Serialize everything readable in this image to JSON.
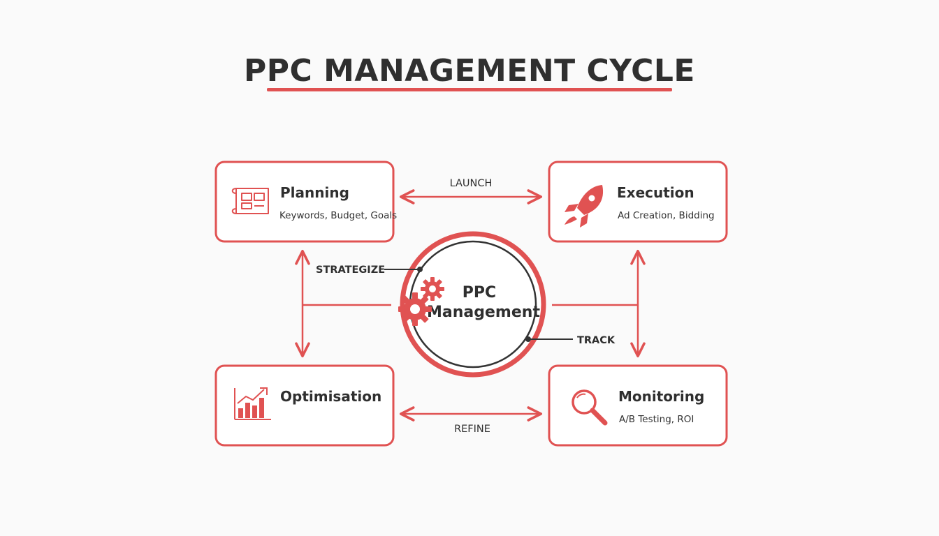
{
  "title": "PPC MANAGEMENT CYCLE",
  "colors": {
    "accent": "#e05252",
    "text": "#2f2f2f",
    "background": "#fafafa"
  },
  "center": {
    "line1": "PPC",
    "line2": "Management",
    "icon": "gears-icon"
  },
  "cards": {
    "planning": {
      "title": "Planning",
      "subtitle": "Keywords, Budget, Goals",
      "icon": "blueprint-icon"
    },
    "execution": {
      "title": "Execution",
      "subtitle": "Ad Creation, Bidding",
      "icon": "rocket-icon"
    },
    "optimisation": {
      "title": "Optimisation",
      "subtitle": "",
      "icon": "bar-chart-icon"
    },
    "monitoring": {
      "title": "Monitoring",
      "subtitle": "A/B Testing, ROI",
      "icon": "magnifier-icon"
    }
  },
  "connectors": {
    "launch": "LAUNCH",
    "refine": "REFINE",
    "strategize": "STRATEGIZE",
    "track": "TRACK"
  }
}
